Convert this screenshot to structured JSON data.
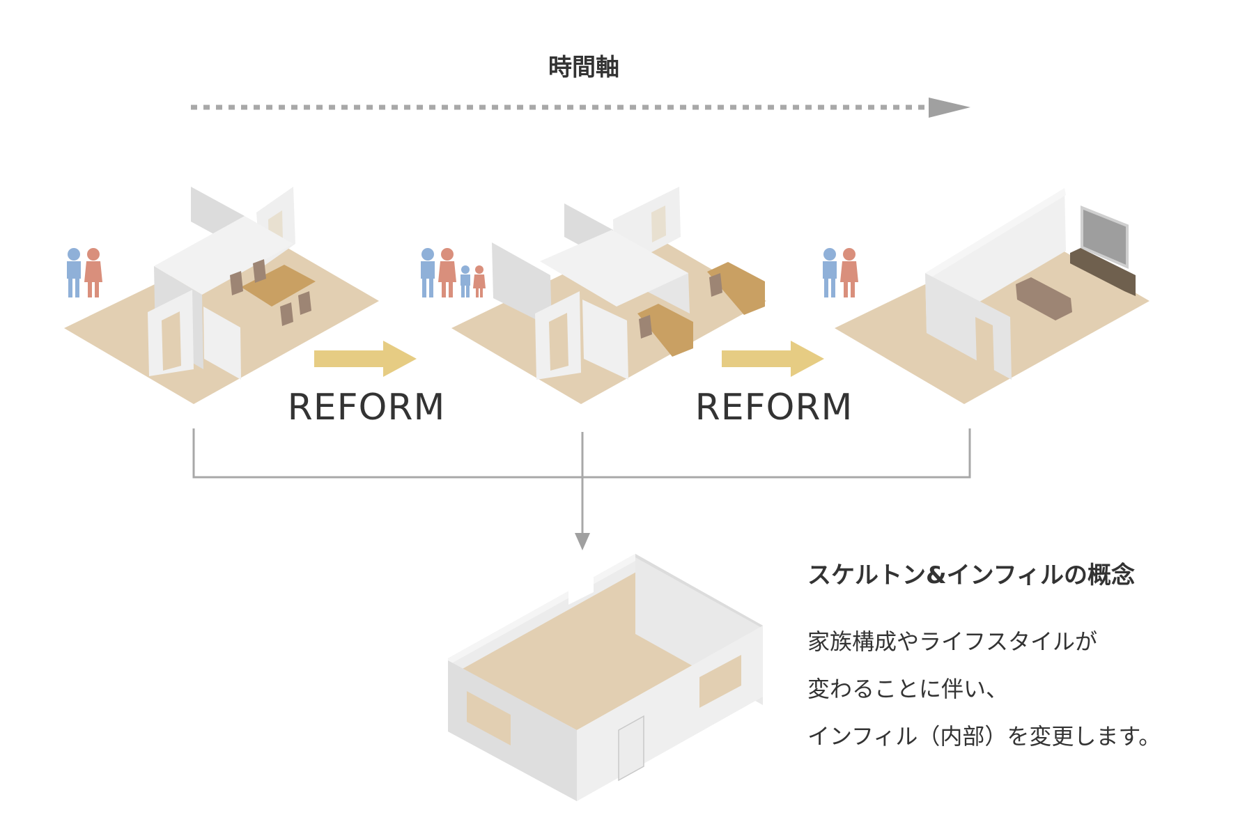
{
  "time_axis": {
    "label": "時間軸"
  },
  "steps": [
    {
      "reform_label": "REFORM"
    },
    {
      "reform_label": "REFORM"
    }
  ],
  "concept": {
    "title": "スケルトン&インフィルの概念",
    "lines": [
      "家族構成やライフスタイルが",
      "変わることに伴い、",
      "インフィル（内部）を変更します。"
    ]
  },
  "colors": {
    "floor": "#e2cfb2",
    "wall_light": "#f0f0f0",
    "wall_mid": "#dcdcdc",
    "furniture_table": "#c9a063",
    "furniture_chair": "#9d8574",
    "person_blue": "#8fb0d8",
    "person_red": "#d98f7c",
    "reform_arrow": "#e6cc83",
    "axis_gray": "#a0a0a0",
    "text": "#333333"
  }
}
